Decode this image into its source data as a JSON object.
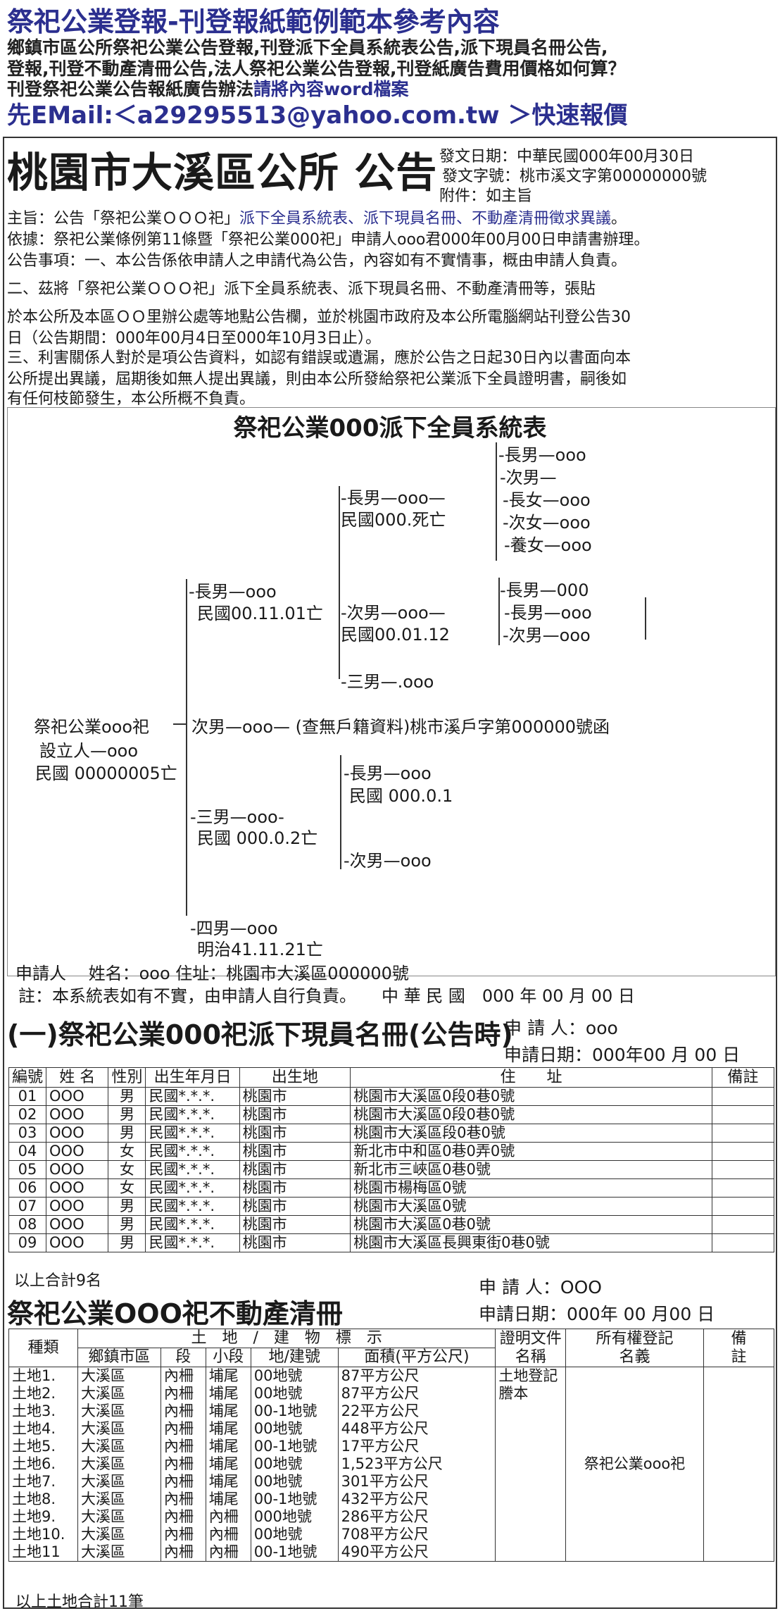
{
  "header": {
    "title": "祭祀公業登報-刊登報紙範例範本參考內容",
    "line1": "鄉鎮市區公所祭祀公業公告登報,刊登派下全員系統表公告,派下現員名冊公告,",
    "line2": "登報,刊登不動產清冊公告,法人祭祀公業公告登報,刊登紙廣告費用價格如何算？",
    "line3_a": "刊登祭祀公業公告報紙廣告辦法",
    "line3_b": "請將內容word檔案",
    "email": "先EMail:＜a29295513@yahoo.com.tw ＞快速報價"
  },
  "notice": {
    "title": "桃園市大溪區公所 公告",
    "date": "發文日期：中華民國000年00月30日",
    "doc_no": "發文字號：桃市溪文字第00000000號",
    "attachment": "附件：如主旨",
    "subject_a": "主旨：公告「祭祀公業ＯＯＯ祀」",
    "subject_b": "派下全員系統表、派下現員名冊、不動產清冊徵求異議",
    "subject_c": "。",
    "basis": "依據：祭祀公業條例第11條暨「祭祀公業000祀」申請人ooo君000年00月00日申請書辦理。",
    "item1": "公告事項：一、本公告係依申請人之申請代為公告，內容如有不實情事，概由申請人負責。",
    "item2a": "二、茲將「祭祀公業ＯＯＯ祀」派下全員系統表、派下現員名冊、不動產清冊等，張貼",
    "item2b": "於本公所及本區ＯＯ里辦公處等地點公告欄，並於桃園市政府及本公所電腦網站刊登公告30",
    "item2c": "日（公告期間：000年00月4日至000年10月3日止）。",
    "item3a": "三、利害關係人對於是項公告資料，如認有錯誤或遺漏，應於公告之日起30日內以書面向本",
    "item3b": "公所提出異議，屆期後如無人提出異議，則由本公所發給祭祀公業派下全員證明書，嗣後如",
    "item3c": "有任何枝節發生，本公所概不負責。"
  },
  "tree": {
    "title": "祭祀公業000派下全員系統表",
    "root1": "祭祀公業ooo祀",
    "root2": "設立人—ooo",
    "root3": "民國 00000005亡",
    "g1_1a": "-長男—ooo",
    "g1_1b": "民國00.11.01亡",
    "g1_2": "次男—ooo— (查無戶籍資料)桃市溪戶字第000000號函",
    "g1_3a": "-三男—ooo-",
    "g1_3b": "民國 000.0.2亡",
    "g1_4a": "-四男—ooo",
    "g1_4b": "明治41.11.21亡",
    "g2_1a": "-長男—ooo—",
    "g2_1b": "民國000.死亡",
    "g2_2a": "-次男—ooo—",
    "g2_2b": "民國00.01.12",
    "g2_3": "-三男—.ooo",
    "g2_4a": "-長男—ooo",
    "g2_4b": "民國 000.0.1",
    "g2_5": "-次男—ooo",
    "g3_1": "-長男—ooo",
    "g3_2": "-次男—",
    "g3_3": "-長女—ooo",
    "g3_4": "-次女—ooo",
    "g3_5": "-養女—ooo",
    "g3_6": "-長男—000",
    "g3_7": "-長男—ooo",
    "g3_8": "-次男—ooo",
    "applicant": "申請人　 姓名：ooo 住址：桃園市大溪區000000號",
    "note": "註：本系統表如有不實，由申請人自行負責。　　中 華 民 國　000 年 00 月 00 日"
  },
  "roster": {
    "title": "(一)祭祀公業000祀派下現員名冊(公告時)",
    "applicant": "申 請 人：ooo",
    "apply_date": "申請日期：000年00 月 00 日",
    "headers": [
      "編號",
      "姓 名",
      "性別",
      "出生年月日",
      "出生地",
      "住　　址",
      "備註"
    ],
    "rows": [
      [
        "01",
        "OOO",
        "男",
        "民國*.*.*.",
        "桃園市",
        "桃園市大溪區0段0巷0號",
        ""
      ],
      [
        "02",
        "OOO",
        "男",
        "民國*.*.*.",
        "桃園市",
        "桃園市大溪區0段0巷0號",
        ""
      ],
      [
        "03",
        "OOO",
        "男",
        "民國*.*.*.",
        "桃園市",
        "桃園市大溪區段0巷0號",
        ""
      ],
      [
        "04",
        "OOO",
        "女",
        "民國*.*.*.",
        "桃園市",
        "新北市中和區0巷0弄0號",
        ""
      ],
      [
        "05",
        "OOO",
        "女",
        "民國*.*.*.",
        "桃園市",
        "新北市三峽區0巷0號",
        ""
      ],
      [
        "06",
        "OOO",
        "女",
        "民國*.*.*.",
        "桃園市",
        "桃園市楊梅區0號",
        ""
      ],
      [
        "07",
        "OOO",
        "男",
        "民國*.*.*.",
        "桃園市",
        "桃園市大溪區0號",
        ""
      ],
      [
        "08",
        "OOO",
        "男",
        "民國*.*.*.",
        "桃園市",
        "桃園市大溪區0巷0號",
        ""
      ],
      [
        "09",
        "OOO",
        "男",
        "民國*.*.*.",
        "桃園市",
        "桃園市大溪區長興東街0巷0號",
        ""
      ]
    ],
    "total": "以上合計9名"
  },
  "land": {
    "title": "祭祀公業OOO祀不動產清冊",
    "applicant": "申 請 人：OOO",
    "apply_date": "申請日期：000年 00 月00 日",
    "h_type": "種類",
    "h_group": "土　地　/　建　物　標　示",
    "h_cert": "證明文件名稱",
    "h_owner": "所有權登記名義",
    "h_note": "備註",
    "sub": [
      "鄉鎮市區",
      "段",
      "小段",
      "地/建號",
      "面積(平方公尺)"
    ],
    "cert": "土地登記謄本",
    "owner": "祭祀公業ooo祀",
    "rows": [
      [
        "土地1.",
        "大溪區",
        "內柵",
        "埔尾",
        "00地號",
        "87平方公尺"
      ],
      [
        "土地2.",
        "大溪區",
        "內柵",
        "埔尾",
        "00地號",
        "87平方公尺"
      ],
      [
        "土地3.",
        "大溪區",
        "內柵",
        "埔尾",
        "00-1地號",
        "22平方公尺"
      ],
      [
        "土地4.",
        "大溪區",
        "內柵",
        "埔尾",
        "00地號",
        "448平方公尺"
      ],
      [
        "土地5.",
        "大溪區",
        "內柵",
        "埔尾",
        "00-1地號",
        "17平方公尺"
      ],
      [
        "土地6.",
        "大溪區",
        "內柵",
        "埔尾",
        "00地號",
        "1,523平方公尺"
      ],
      [
        "土地7.",
        "大溪區",
        "內柵",
        "埔尾",
        "00地號",
        "301平方公尺"
      ],
      [
        "土地8.",
        "大溪區",
        "內柵",
        "埔尾",
        "00-1地號",
        "432平方公尺"
      ],
      [
        "土地9.",
        "大溪區",
        "內柵",
        "內柵",
        "000地號",
        "286平方公尺"
      ],
      [
        "土地10.",
        "大溪區",
        "內柵",
        "內柵",
        "00地號",
        "708平方公尺"
      ],
      [
        "土地11",
        "大溪區",
        "內柵",
        "內柵",
        "00-1地號",
        "490平方公尺"
      ]
    ],
    "total": "以上土地合計11筆"
  }
}
